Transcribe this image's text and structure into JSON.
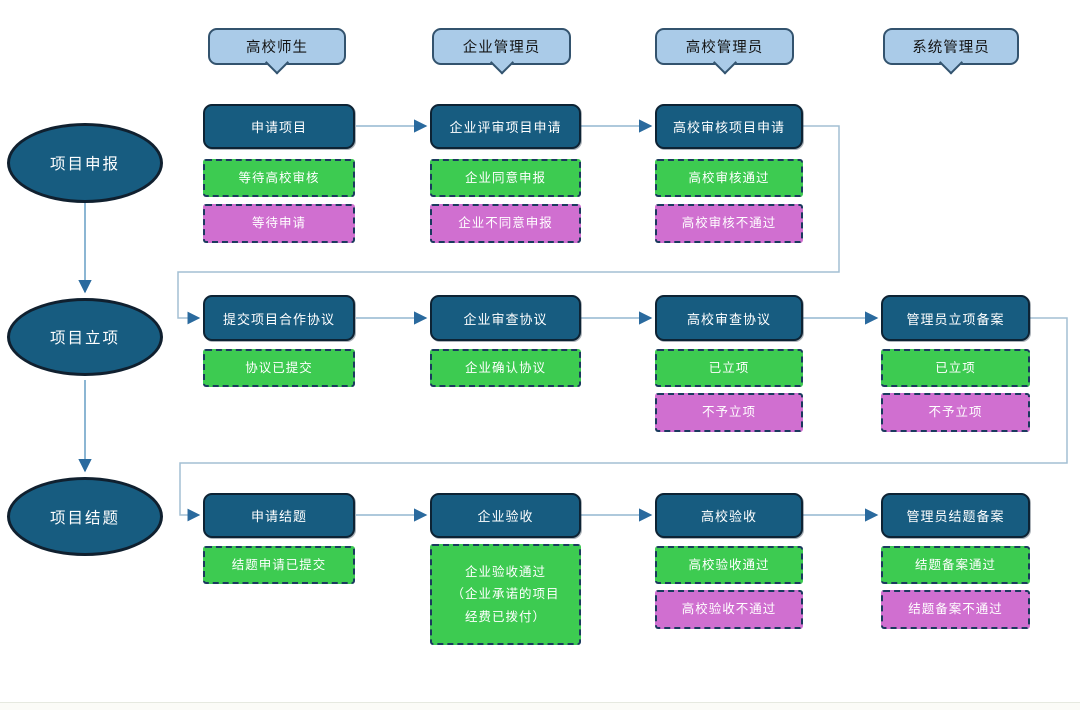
{
  "lanes": [
    {
      "label": "高校师生"
    },
    {
      "label": "企业管理员"
    },
    {
      "label": "高校管理员"
    },
    {
      "label": "系统管理员"
    }
  ],
  "rows": [
    {
      "phase": "项目申报",
      "cells": [
        {
          "process": "申请项目",
          "statuses": [
            {
              "text": "等待高校审核",
              "type": "green"
            },
            {
              "text": "等待申请",
              "type": "magenta"
            }
          ]
        },
        {
          "process": "企业评审项目申请",
          "statuses": [
            {
              "text": "企业同意申报",
              "type": "green"
            },
            {
              "text": "企业不同意申报",
              "type": "magenta"
            }
          ]
        },
        {
          "process": "高校审核项目申请",
          "statuses": [
            {
              "text": "高校审核通过",
              "type": "green"
            },
            {
              "text": "高校审核不通过",
              "type": "magenta"
            }
          ]
        }
      ]
    },
    {
      "phase": "项目立项",
      "cells": [
        {
          "process": "提交项目合作协议",
          "statuses": [
            {
              "text": "协议已提交",
              "type": "green"
            }
          ]
        },
        {
          "process": "企业审查协议",
          "statuses": [
            {
              "text": "企业确认协议",
              "type": "green"
            }
          ]
        },
        {
          "process": "高校审查协议",
          "statuses": [
            {
              "text": "已立项",
              "type": "green"
            },
            {
              "text": "不予立项",
              "type": "magenta"
            }
          ]
        },
        {
          "process": "管理员立项备案",
          "statuses": [
            {
              "text": "已立项",
              "type": "green"
            },
            {
              "text": "不予立项",
              "type": "magenta"
            }
          ]
        }
      ]
    },
    {
      "phase": "项目结题",
      "cells": [
        {
          "process": "申请结题",
          "statuses": [
            {
              "text": "结题申请已提交",
              "type": "green"
            }
          ]
        },
        {
          "process": "企业验收",
          "statuses": [
            {
              "text": "企业验收通过\n（企业承诺的项目\n经费已拨付）",
              "type": "green"
            }
          ]
        },
        {
          "process": "高校验收",
          "statuses": [
            {
              "text": "高校验收通过",
              "type": "green"
            },
            {
              "text": "高校验收不通过",
              "type": "magenta"
            }
          ]
        },
        {
          "process": "管理员结题备案",
          "statuses": [
            {
              "text": "结题备案通过",
              "type": "green"
            },
            {
              "text": "结题备案不通过",
              "type": "magenta"
            }
          ]
        }
      ]
    }
  ],
  "colors": {
    "process_fill": "#175C80",
    "process_border": "#0D2334",
    "status_green": "#3DCB51",
    "status_magenta": "#D06FD0",
    "status_border": "#1B3A5E",
    "lane_fill": "#AACBE8",
    "lane_border": "#33536E",
    "line": "#94B7D1",
    "arrowhead": "#2A6A9E"
  }
}
